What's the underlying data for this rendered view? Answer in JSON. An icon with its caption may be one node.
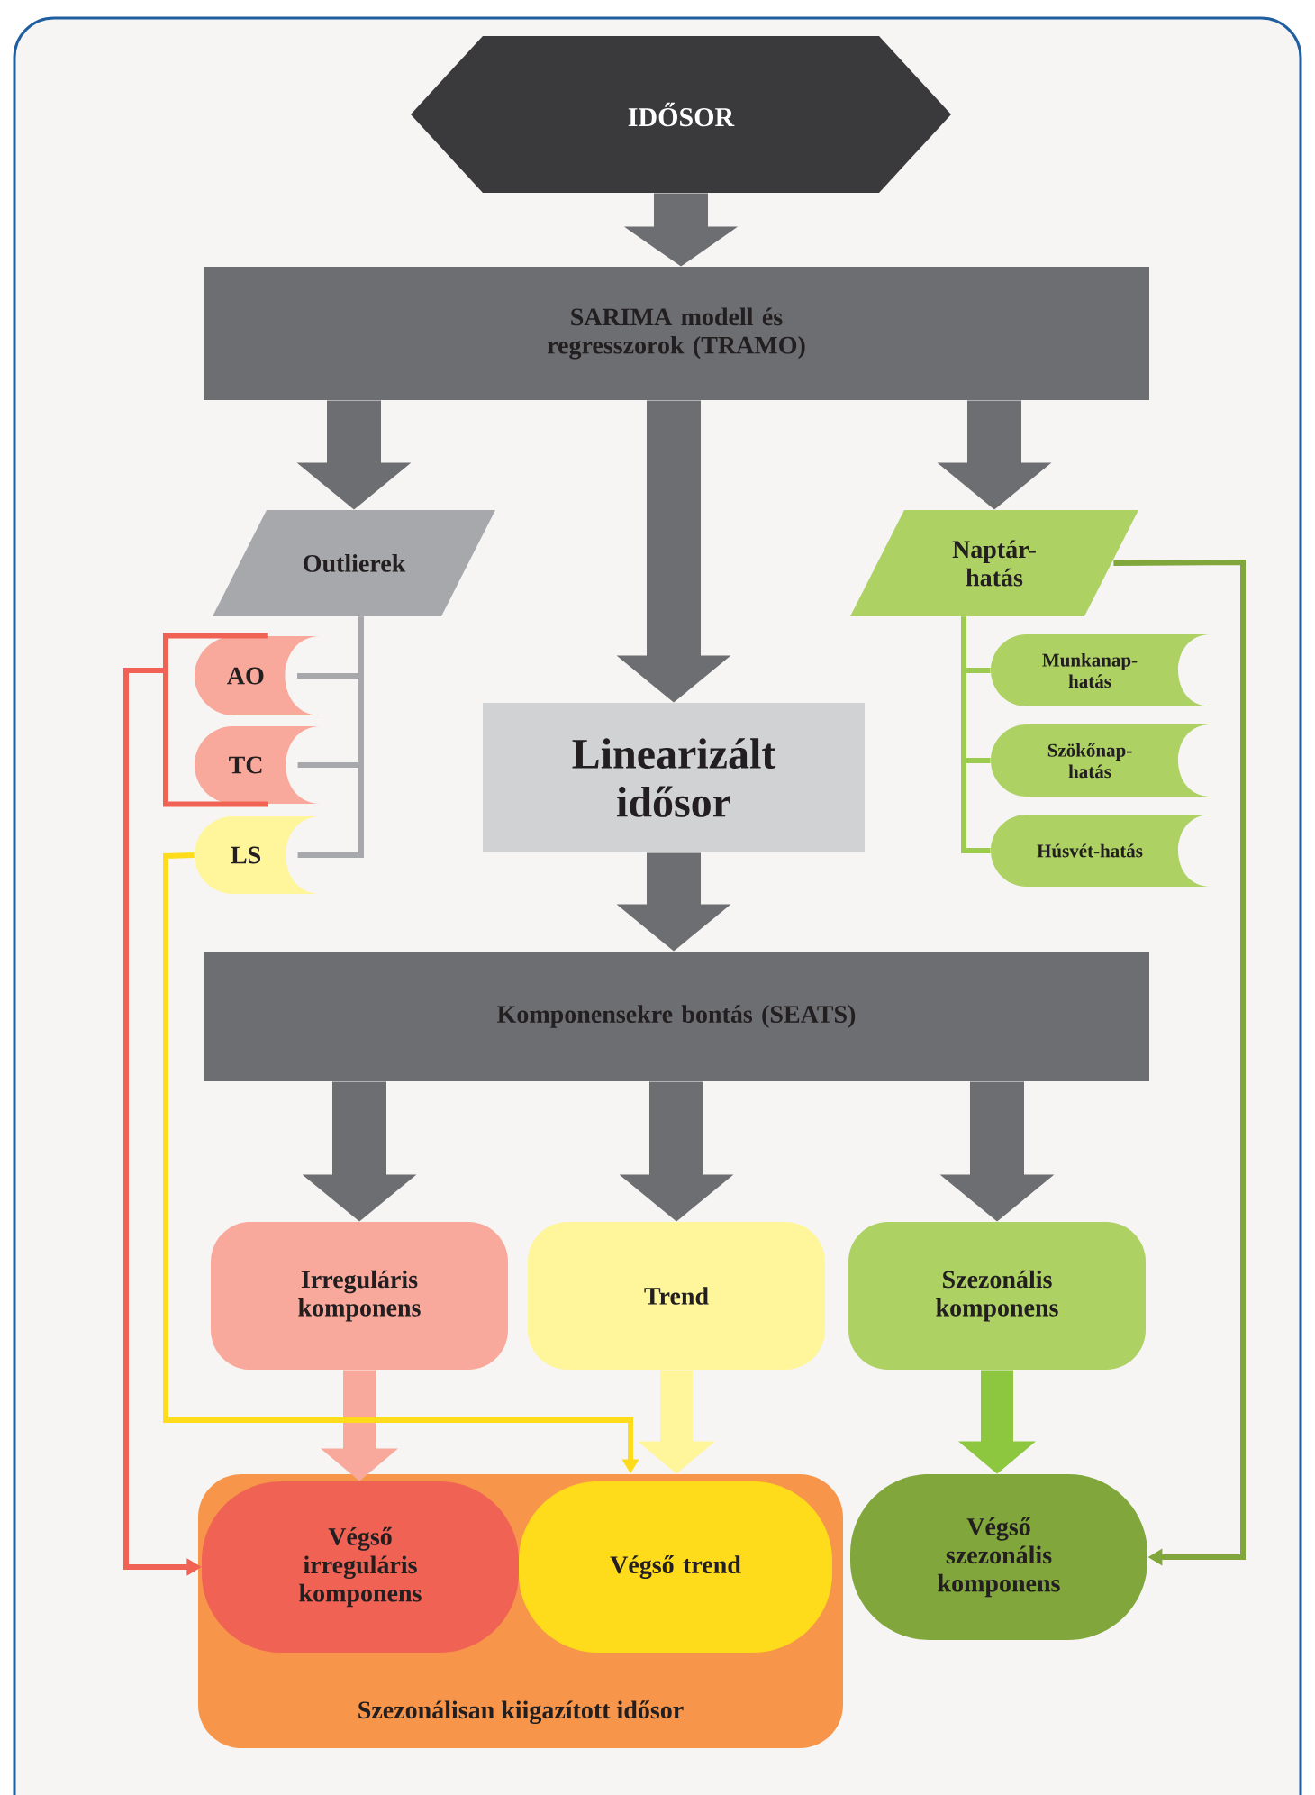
{
  "diagram": {
    "nodes": [
      {
        "text": [
          "IDŐSOR"
        ]
      },
      {
        "text": [
          "SARIMA modell és regresszorok (TRAMO)"
        ]
      },
      {
        "text": [
          "Outlierek"
        ]
      },
      {
        "text": [
          "AO"
        ]
      },
      {
        "text": [
          "TC"
        ]
      },
      {
        "text": [
          "LS"
        ]
      },
      {
        "text": [
          "Naptár-hatás"
        ]
      },
      {
        "text": [
          "Munkanap-hatás"
        ]
      },
      {
        "text": [
          "Szökőnap-hatás"
        ]
      },
      {
        "text": [
          "Húsvét-hatás"
        ]
      },
      {
        "text": [
          "Linearizált idősor"
        ]
      },
      {
        "text": [
          "Komponensekre bontás (SEATS)"
        ]
      },
      {
        "text": [
          "Irreguláris komponens"
        ]
      },
      {
        "text": [
          "Trend"
        ]
      },
      {
        "text": [
          "Szezonális komponens"
        ]
      },
      {
        "text": [
          "Szezonálisan kiigazított idősor"
        ]
      },
      {
        "text": [
          "Végső irreguláris komponens"
        ],
        "in": 15
      },
      {
        "text": [
          "Végső trend"
        ],
        "in": 15
      },
      {
        "text": [
          "Végső szezonális komponens"
        ]
      }
    ],
    "edges": [
      {
        "from": 0,
        "to": 1,
        "arrow": "to"
      },
      {
        "from": 1,
        "to": 2,
        "arrow": "to"
      },
      {
        "from": 1,
        "to": 10,
        "arrow": "to"
      },
      {
        "from": 1,
        "to": 6,
        "arrow": "to"
      },
      {
        "from": 2,
        "to": 3,
        "arrow": "none",
        "color": "#a7a8ab"
      },
      {
        "from": 2,
        "to": 4,
        "arrow": "none",
        "color": "#a7a8ab"
      },
      {
        "from": 2,
        "to": 5,
        "arrow": "none",
        "color": "#a7a8ab"
      },
      {
        "from": 6,
        "to": 7,
        "arrow": "none",
        "color": "#9ccb50"
      },
      {
        "from": 6,
        "to": 8,
        "arrow": "none",
        "color": "#9ccb50"
      },
      {
        "from": 6,
        "to": 9,
        "arrow": "none",
        "color": "#9ccb50"
      },
      {
        "from": 10,
        "to": 11,
        "arrow": "to"
      },
      {
        "from": 11,
        "to": 12,
        "arrow": "to"
      },
      {
        "from": 11,
        "to": 13,
        "arrow": "to"
      },
      {
        "from": 11,
        "to": 14,
        "arrow": "to"
      },
      {
        "from": 12,
        "to": 16,
        "arrow": "to",
        "color": "#f9a99b"
      },
      {
        "from": 13,
        "to": 17,
        "arrow": "to",
        "color": "#fff59a"
      },
      {
        "from": 14,
        "to": 18,
        "arrow": "to",
        "color": "#8dc63f"
      },
      {
        "from": 3,
        "to": 16,
        "arrow": "to",
        "color": "#f06254"
      },
      {
        "from": 4,
        "to": 16,
        "arrow": "to",
        "color": "#f06254"
      },
      {
        "from": 5,
        "to": 17,
        "arrow": "to",
        "color": "#ffdc1b"
      },
      {
        "from": 6,
        "to": 18,
        "arrow": "to",
        "color": "#80a63c"
      }
    ]
  }
}
